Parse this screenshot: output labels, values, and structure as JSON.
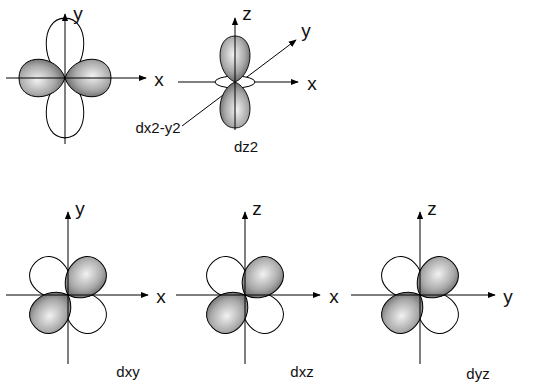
{
  "diagram": {
    "labels": [
      "y",
      "x",
      "dx2-y2",
      "z",
      "y",
      "x",
      "dz2",
      "y",
      "x",
      "dxy",
      "z",
      "x",
      "dxz",
      "z",
      "y",
      "dyz"
    ]
  }
}
